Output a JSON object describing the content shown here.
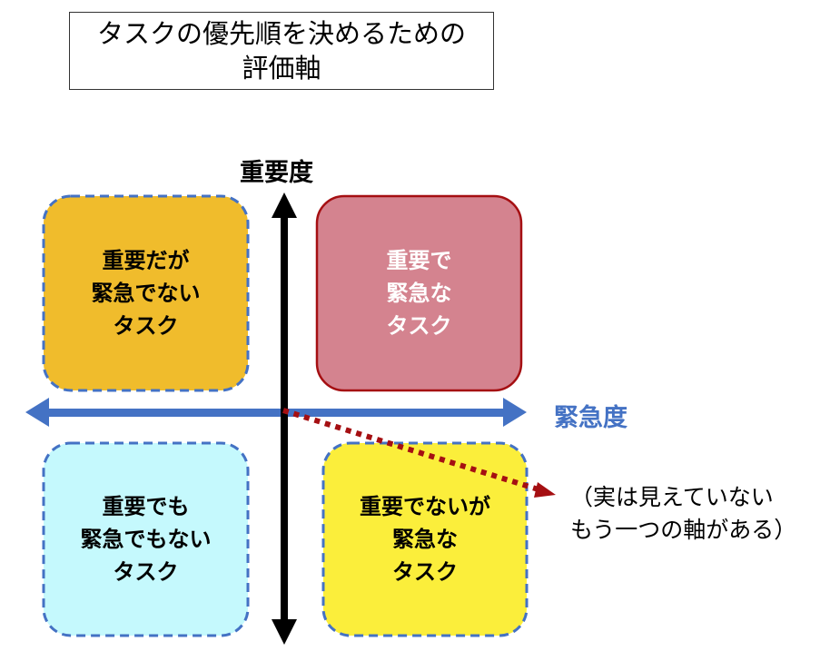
{
  "title": {
    "line1": "タスクの優先順を決めるための",
    "line2": "評価軸"
  },
  "axes": {
    "vertical": {
      "label": "重要度",
      "color": "#000000"
    },
    "horizontal": {
      "label": "緊急度",
      "color": "#4472C4"
    }
  },
  "quadrants": [
    {
      "id": "important-not-urgent",
      "lines": [
        "重要だが",
        "緊急でない",
        "タスク"
      ],
      "fill": "#F0BC2C",
      "text_color": "#000000",
      "border": "dashed",
      "border_color": "#4472C4"
    },
    {
      "id": "important-urgent",
      "lines": [
        "重要で",
        "緊急な",
        "タスク"
      ],
      "fill": "#D4838F",
      "text_color": "#FFFFFF",
      "border": "solid",
      "border_color": "#A50F12"
    },
    {
      "id": "not-important-not-urgent",
      "lines": [
        "重要でも",
        "緊急でもない",
        "タスク"
      ],
      "fill": "#C5F9FD",
      "text_color": "#000000",
      "border": "dashed",
      "border_color": "#4472C4"
    },
    {
      "id": "not-important-urgent",
      "lines": [
        "重要でないが",
        "緊急な",
        "タスク"
      ],
      "fill": "#FBEE3B",
      "text_color": "#000000",
      "border": "dashed",
      "border_color": "#4472C4"
    }
  ],
  "hidden_axis": {
    "note_line1": "（実は見えていない",
    "note_line2": "もう一つの軸がある）",
    "color": "#A50F12"
  }
}
